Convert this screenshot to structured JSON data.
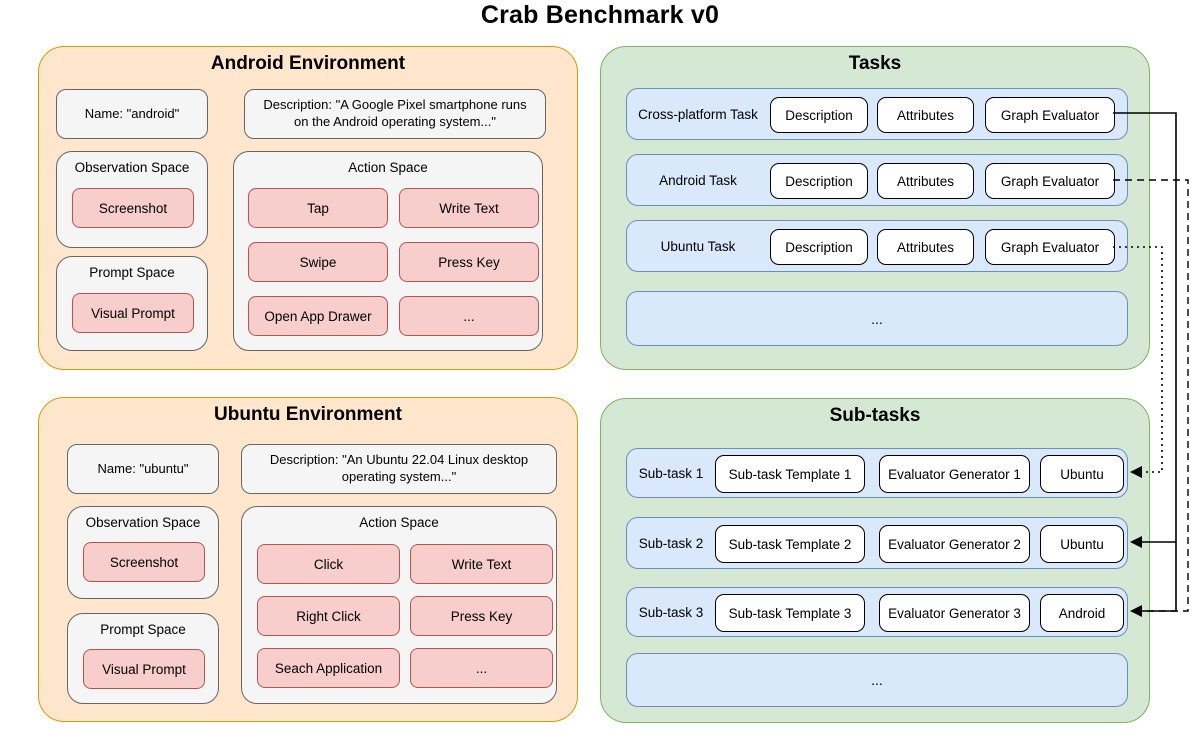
{
  "title": "Crab Benchmark v0",
  "android_env": {
    "title": "Android Environment",
    "name": "Name: \"android\"",
    "description": "Description: \"A Google Pixel smartphone runs on the Android operating system...\"",
    "observation_space": {
      "label": "Observation Space",
      "button": "Screenshot"
    },
    "prompt_space": {
      "label": "Prompt Space",
      "button": "Visual Prompt"
    },
    "action_space": {
      "label": "Action Space",
      "buttons": [
        "Tap",
        "Write Text",
        "Swipe",
        "Press Key",
        "Open App Drawer",
        "..."
      ]
    }
  },
  "ubuntu_env": {
    "title": "Ubuntu Environment",
    "name": "Name: \"ubuntu\"",
    "description": "Description: \"An Ubuntu 22.04 Linux desktop operating system...\"",
    "observation_space": {
      "label": "Observation Space",
      "button": "Screenshot"
    },
    "prompt_space": {
      "label": "Prompt Space",
      "button": "Visual Prompt"
    },
    "action_space": {
      "label": "Action Space",
      "buttons": [
        "Click",
        "Write Text",
        "Right Click",
        "Press Key",
        "Seach Application",
        "..."
      ]
    }
  },
  "tasks": {
    "title": "Tasks",
    "rows": [
      {
        "label": "Cross-platform Task",
        "boxes": [
          "Description",
          "Attributes",
          "Graph Evaluator"
        ]
      },
      {
        "label": "Android Task",
        "boxes": [
          "Description",
          "Attributes",
          "Graph Evaluator"
        ]
      },
      {
        "label": "Ubuntu Task",
        "boxes": [
          "Description",
          "Attributes",
          "Graph Evaluator"
        ]
      }
    ],
    "ellipsis": "..."
  },
  "subtasks": {
    "title": "Sub-tasks",
    "rows": [
      {
        "label": "Sub-task 1",
        "template": "Sub-task Template 1",
        "evaluator": "Evaluator Generator 1",
        "env": "Ubuntu"
      },
      {
        "label": "Sub-task 2",
        "template": "Sub-task Template 2",
        "evaluator": "Evaluator Generator 2",
        "env": "Ubuntu"
      },
      {
        "label": "Sub-task 3",
        "template": "Sub-task Template 3",
        "evaluator": "Evaluator Generator 3",
        "env": "Android"
      }
    ],
    "ellipsis": "..."
  },
  "connectors": {
    "cross_platform_to_subtasks": "solid",
    "android_task_to_subtask3": "dashed",
    "ubuntu_task_to_subtask1": "dotted"
  },
  "colors": {
    "env_fill": "#FFE6CC",
    "env_stroke": "#D79B00",
    "group_fill": "#D5E8D4",
    "group_stroke": "#82B366",
    "row_fill": "#DAE8FC",
    "row_stroke": "#6C8EBF",
    "action_fill": "#F8CECC",
    "action_stroke": "#B85450",
    "box_fill": "#F5F5F5",
    "box_stroke": "#666666",
    "line": "#000000"
  }
}
